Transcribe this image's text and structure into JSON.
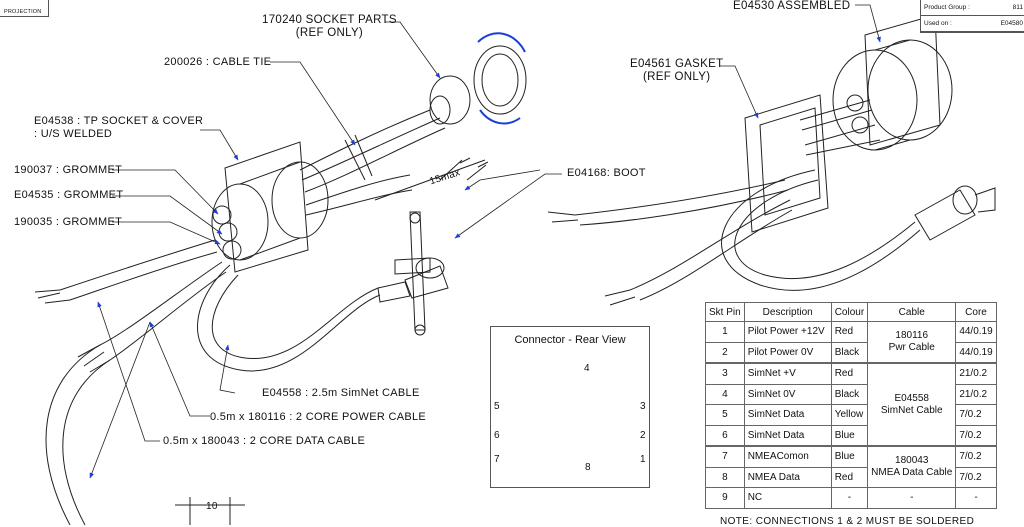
{
  "title_block": {
    "product_group_label": "Product Group :",
    "product_group_value": "811",
    "used_on_label": "Used on :",
    "used_on_value": "E04580"
  },
  "projection_label": "PROJECTION",
  "callouts": {
    "socket_parts": "170240 SOCKET PARTS\n(REF ONLY)",
    "cable_tie": "200026 : CABLE TIE",
    "tp_socket": "E04538 : TP SOCKET & COVER\n: U/S WELDED",
    "grommet_1": "190037 : GROMMET",
    "grommet_2": "E04535 : GROMMET",
    "grommet_3": "190035 : GROMMET",
    "max_dim": "15max",
    "boot": "E04168: BOOT",
    "simnet_cable": "E04558 : 2.5m SimNet CABLE",
    "power_cable": "0.5m x 180116 : 2 CORE POWER CABLE",
    "data_cable": "0.5m x 180043 : 2 CORE DATA CABLE",
    "dim_10": "10",
    "assembled": "E04530 ASSEMBLED",
    "gasket": "E04561 GASKET\n(REF ONLY)"
  },
  "rear_view": {
    "title": "Connector - Rear View",
    "pins": [
      "1",
      "2",
      "3",
      "4",
      "5",
      "6",
      "7",
      "8"
    ]
  },
  "pin_table": {
    "headers": [
      "Skt Pin",
      "Description",
      "Colour",
      "Cable",
      "Core"
    ],
    "rows": [
      {
        "pin": "1",
        "desc": "Pilot Power +12V",
        "colour": "Red",
        "core": "44/0.19"
      },
      {
        "pin": "2",
        "desc": "Pilot Power 0V",
        "colour": "Black",
        "core": "44/0.19"
      },
      {
        "pin": "3",
        "desc": "SimNet +V",
        "colour": "Red",
        "core": "21/0.2"
      },
      {
        "pin": "4",
        "desc": "SimNet 0V",
        "colour": "Black",
        "core": "21/0.2"
      },
      {
        "pin": "5",
        "desc": "SimNet Data",
        "colour": "Yellow",
        "core": "7/0.2"
      },
      {
        "pin": "6",
        "desc": "SimNet Data",
        "colour": "Blue",
        "core": "7/0.2"
      },
      {
        "pin": "7",
        "desc": "NMEAComon",
        "colour": "Blue",
        "core": "7/0.2"
      },
      {
        "pin": "8",
        "desc": "NMEA Data",
        "colour": "Red",
        "core": "7/0.2"
      },
      {
        "pin": "9",
        "desc": "NC",
        "colour": "-",
        "core": "-"
      }
    ],
    "cable_groups": {
      "power": "180116\nPwr Cable",
      "simnet": "E04558\nSimNet Cable",
      "nmea": "180043\nNMEA Data Cable",
      "nc": "-"
    }
  },
  "note": "NOTE: CONNECTIONS 1 & 2 MUST BE SOLDERED"
}
